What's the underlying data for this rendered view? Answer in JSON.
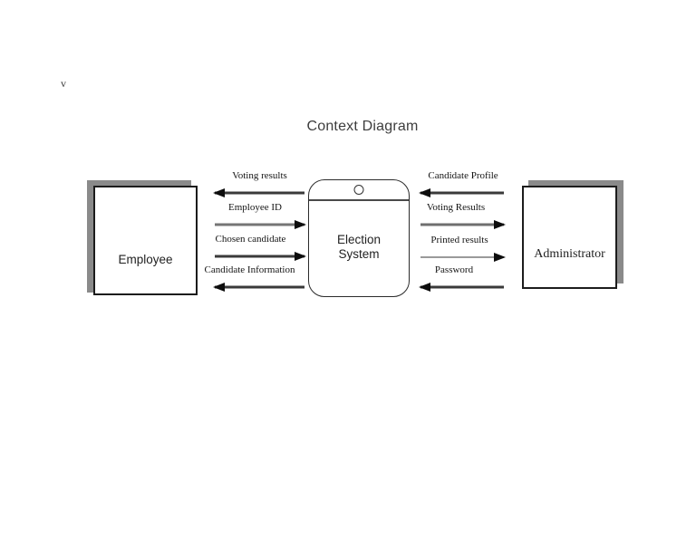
{
  "page": {
    "stray_mark": "v"
  },
  "title": "Context Diagram",
  "entities": {
    "employee": {
      "label": "Employee"
    },
    "process": {
      "label": "Election System",
      "line1": "Election",
      "line2": "System"
    },
    "administrator": {
      "label": "Administrator"
    }
  },
  "flows": {
    "left": [
      {
        "label": "Voting results",
        "direction": "left",
        "from": "Election System",
        "to": "Employee"
      },
      {
        "label": "Employee ID",
        "direction": "right",
        "from": "Employee",
        "to": "Election System"
      },
      {
        "label": "Chosen candidate",
        "direction": "right",
        "from": "Employee",
        "to": "Election System"
      },
      {
        "label": "Candidate Information",
        "direction": "left",
        "from": "Election System",
        "to": "Employee"
      }
    ],
    "right": [
      {
        "label": "Candidate Profile",
        "direction": "left",
        "from": "Administrator",
        "to": "Election System"
      },
      {
        "label": "Voting Results",
        "direction": "right",
        "from": "Election System",
        "to": "Administrator"
      },
      {
        "label": "Printed results",
        "direction": "right",
        "from": "Election System",
        "to": "Administrator"
      },
      {
        "label": "Password",
        "direction": "left",
        "from": "Administrator",
        "to": "Election System"
      }
    ]
  },
  "colors": {
    "shadow": "#8a8a8a",
    "box_border": "#1c1c1c",
    "arrow_line": "#3a3a3a",
    "arrow_head": "#0d0d0d"
  }
}
